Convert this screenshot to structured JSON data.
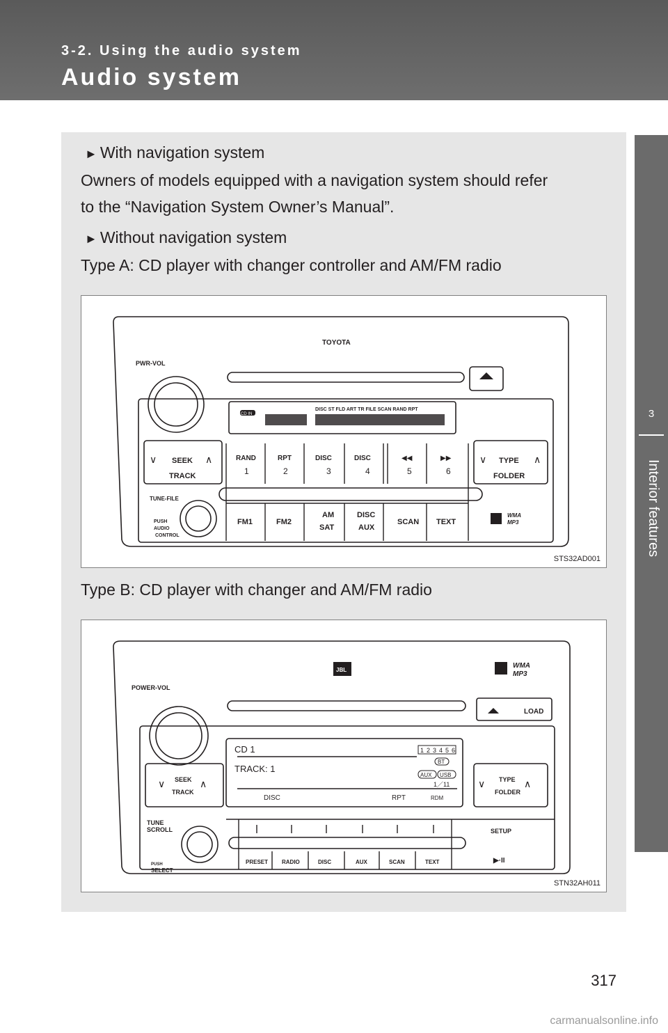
{
  "header": {
    "section": "3-2. Using the audio system",
    "title": "Audio system"
  },
  "chapter_tab": {
    "number": "3",
    "label": "Interior features"
  },
  "content": {
    "bullet_arrow": "►",
    "nav_heading": "With navigation system",
    "nav_text_line1": "Owners of models equipped with a navigation system should refer",
    "nav_text_line2": "to the “Navigation System Owner’s Manual”.",
    "no_nav_heading": "Without navigation system",
    "type_a_caption": "Type A: CD player with changer controller and AM/FM radio",
    "type_b_caption": "Type B: CD player with changer and AM/FM radio"
  },
  "figure_a": {
    "code": "STS32AD001",
    "brand": "TOYOTA",
    "pwr_vol": "PWR-VOL",
    "tune_file": "TUNE-FILE",
    "push_audio_control": [
      "PUSH",
      "AUDIO",
      "CONTROL"
    ],
    "display_badge": "CD IN",
    "display_indicators": "DISC  ST  FLD  ART  TR  FILE  SCAN  RAND  RPT",
    "seek_track": [
      "SEEK",
      "TRACK"
    ],
    "type_folder": [
      "TYPE",
      "FOLDER"
    ],
    "preset_buttons": [
      {
        "top": "RAND",
        "num": "1"
      },
      {
        "top": "RPT",
        "num": "2"
      },
      {
        "top": "DISC",
        "num": "3"
      },
      {
        "top": "DISC",
        "num": "4"
      },
      {
        "top": "◀◀",
        "num": "5"
      },
      {
        "top": "▶▶",
        "num": "6"
      }
    ],
    "bottom_buttons": [
      "FM1",
      "FM2",
      "AM",
      "SAT",
      "DISC",
      "AUX",
      "SCAN",
      "TEXT"
    ],
    "format_logo": [
      "WMA",
      "MP3"
    ]
  },
  "figure_b": {
    "code": "STN32AH011",
    "brand": "JBL",
    "power_vol": "POWER-VOL",
    "load": "LOAD",
    "display_line1": "CD 1",
    "display_line2": "TRACK:  1",
    "display_presets": [
      "1",
      "2",
      "3",
      "4",
      "5",
      "6"
    ],
    "display_bt": "BT",
    "display_aux": "AUX",
    "display_usb": "USB",
    "display_count": "1／11",
    "display_bottom_left": "DISC",
    "display_rpt": "RPT",
    "display_rdm": "RDM",
    "seek_track": [
      "SEEK",
      "TRACK"
    ],
    "type_folder": [
      "TYPE",
      "FOLDER"
    ],
    "tune_scroll": [
      "TUNE",
      "SCROLL"
    ],
    "push_select": [
      "PUSH",
      "SELECT"
    ],
    "setup": "SETUP",
    "play_pause": "▶·II",
    "bottom_buttons": [
      "PRESET",
      "RADIO",
      "DISC",
      "AUX",
      "SCAN",
      "TEXT"
    ],
    "format_logo": [
      "WMA",
      "MP3"
    ]
  },
  "page_number": "317",
  "watermark": "carmanualsonline.info"
}
